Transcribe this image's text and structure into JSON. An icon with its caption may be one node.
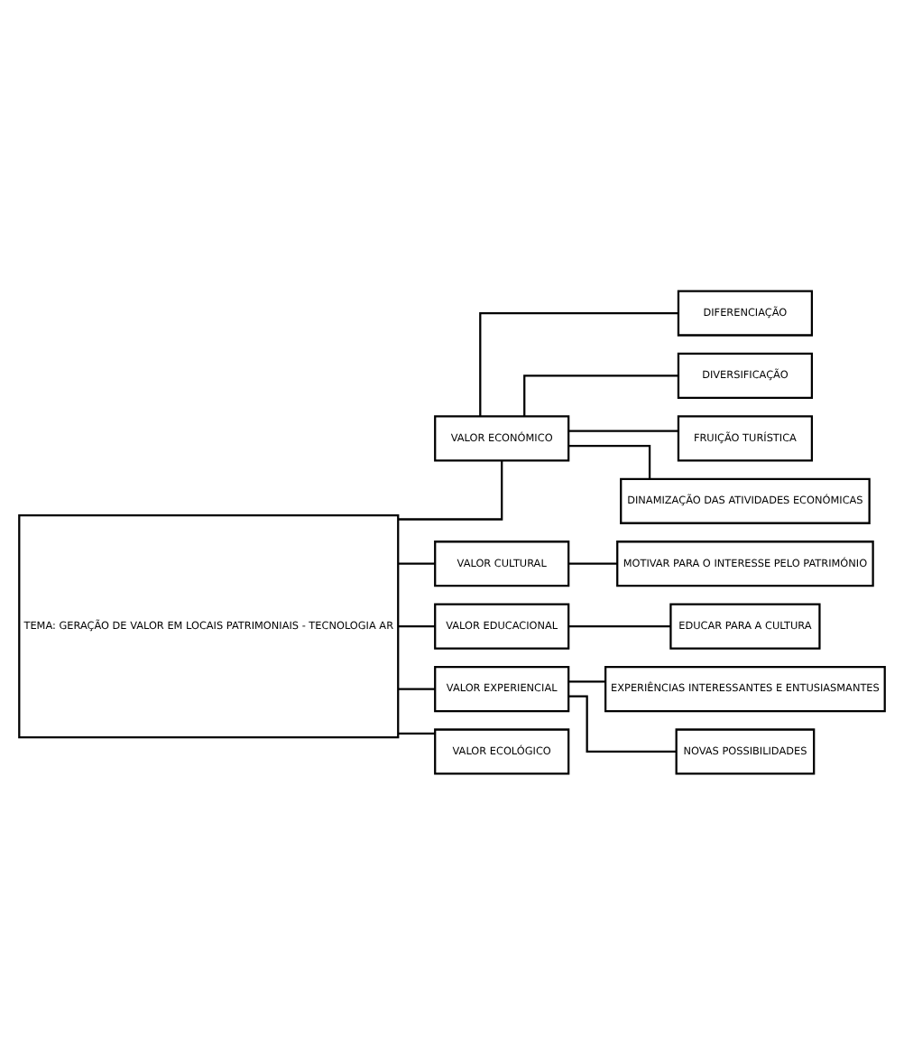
{
  "diagram": {
    "nodes": [
      {
        "text": [
          "TEMA: GERAÇÃO DE VALOR EM LOCAIS PATRIMONIAIS - TECNOLOGIA AR"
        ]
      },
      {
        "text": [
          "VALOR ECONÓMICO"
        ]
      },
      {
        "text": [
          "DIFERENCIAÇÃO"
        ]
      },
      {
        "text": [
          "DIVERSIFICAÇÃO"
        ]
      },
      {
        "text": [
          "FRUIÇÃO TURÍSTICA"
        ]
      },
      {
        "text": [
          "DINAMIZAÇÃO DAS ATIVIDADES ECONÓMICAS"
        ]
      },
      {
        "text": [
          "VALOR CULTURAL"
        ]
      },
      {
        "text": [
          "MOTIVAR PARA O INTERESSE PELO PATRIMÓNIO"
        ]
      },
      {
        "text": [
          "VALOR EDUCACIONAL"
        ]
      },
      {
        "text": [
          "EDUCAR PARA A CULTURA"
        ]
      },
      {
        "text": [
          "VALOR EXPERIENCIAL"
        ]
      },
      {
        "text": [
          "EXPERIÊNCIAS INTERESSANTES E ENTUSIASMANTES"
        ]
      },
      {
        "text": [
          "NOVAS POSSIBILIDADES"
        ]
      },
      {
        "text": [
          "VALOR ECOLÓGICO"
        ]
      }
    ],
    "edges": [
      {
        "from": 0,
        "to": 1,
        "arrow": "none"
      },
      {
        "from": 0,
        "to": 6,
        "arrow": "none"
      },
      {
        "from": 0,
        "to": 8,
        "arrow": "none"
      },
      {
        "from": 0,
        "to": 10,
        "arrow": "none"
      },
      {
        "from": 0,
        "to": 13,
        "arrow": "none"
      },
      {
        "from": 1,
        "to": 2,
        "arrow": "none"
      },
      {
        "from": 1,
        "to": 3,
        "arrow": "none"
      },
      {
        "from": 1,
        "to": 4,
        "arrow": "none"
      },
      {
        "from": 1,
        "to": 5,
        "arrow": "none"
      },
      {
        "from": 6,
        "to": 7,
        "arrow": "none"
      },
      {
        "from": 8,
        "to": 9,
        "arrow": "none"
      },
      {
        "from": 10,
        "to": 11,
        "arrow": "none"
      },
      {
        "from": 10,
        "to": 12,
        "arrow": "none"
      }
    ]
  }
}
